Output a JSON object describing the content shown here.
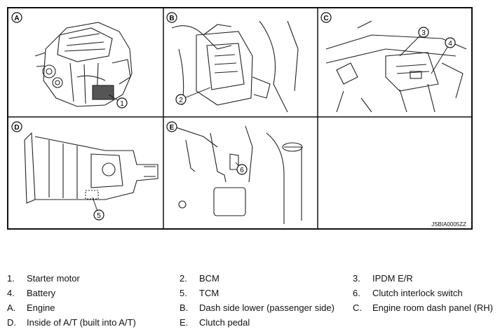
{
  "figure": {
    "code": "JSBIA0005ZZ",
    "panels": [
      {
        "letter": "A",
        "callouts": [
          "1"
        ]
      },
      {
        "letter": "B",
        "callouts": [
          "2"
        ]
      },
      {
        "letter": "C",
        "callouts": [
          "3",
          "4"
        ]
      },
      {
        "letter": "D",
        "callouts": [
          "5"
        ]
      },
      {
        "letter": "E",
        "callouts": [
          "6"
        ]
      }
    ]
  },
  "legend": [
    {
      "key": "1.",
      "text": "Starter motor"
    },
    {
      "key": "2.",
      "text": "BCM"
    },
    {
      "key": "3.",
      "text": "IPDM E/R"
    },
    {
      "key": "4.",
      "text": "Battery"
    },
    {
      "key": "5.",
      "text": "TCM"
    },
    {
      "key": "6.",
      "text": "Clutch interlock switch"
    },
    {
      "key": "A.",
      "text": "Engine"
    },
    {
      "key": "B.",
      "text": "Dash side lower (passenger side)"
    },
    {
      "key": "C.",
      "text": "Engine room dash panel (RH)"
    },
    {
      "key": "D.",
      "text": "Inside of A/T (built into A/T)"
    },
    {
      "key": "E.",
      "text": "Clutch pedal"
    }
  ]
}
